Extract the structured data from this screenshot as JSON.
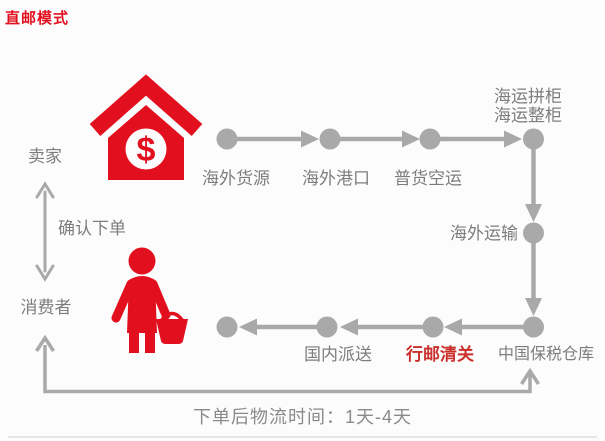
{
  "title": "直邮模式",
  "colors": {
    "accent_red": "#e2101e",
    "customs_red": "#c9302c",
    "flow_gray": "#a9a9a9",
    "label_gray": "#7d7d7d"
  },
  "icons": {
    "house": "house-with-dollar-sign",
    "dollar_symbol": "$",
    "person": "person-holding-basket"
  },
  "left_column": {
    "seller": "卖家",
    "confirm_order": "确认下单",
    "consumer": "消费者"
  },
  "flow": {
    "overseas_supply": "海外货源",
    "overseas_port": "海外港口",
    "air_freight": "普货空运",
    "sea_lcl": "海运拼柜",
    "sea_fcl": "海运整柜",
    "overseas_transport": "海外运输",
    "china_bonded_warehouse": "中国保税仓库",
    "mail_customs_clearance": "行邮清关",
    "domestic_delivery": "国内派送"
  },
  "footer": {
    "delivery_time_note": "下单后物流时间：1天-4天"
  }
}
